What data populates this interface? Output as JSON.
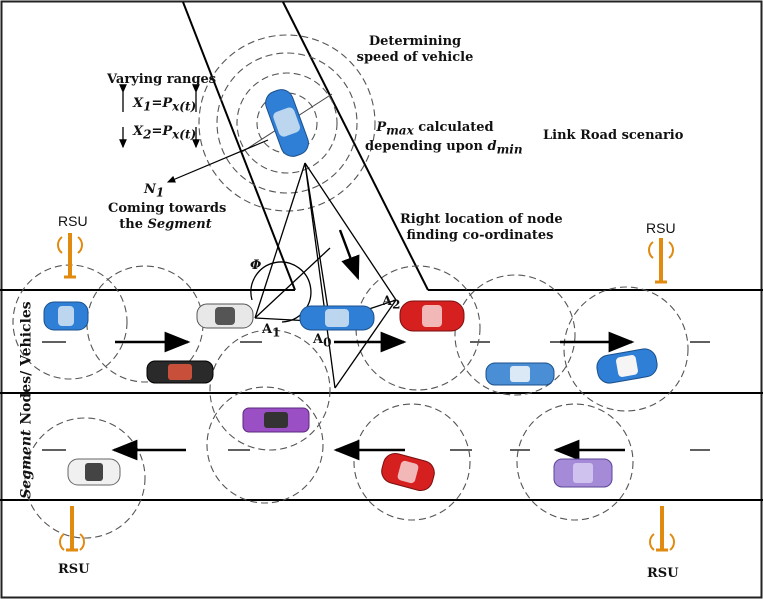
{
  "labels": {
    "determining_1": "Determining",
    "determining_2": "speed of vehicle",
    "varying_ranges": "Varying ranges",
    "x1_eq": "X",
    "x1_sub": "1",
    "x1_rhs": "=P",
    "x1_rhs_sub": "x(t)",
    "x2_eq": "X",
    "x2_sub": "2",
    "x2_rhs": "=P",
    "x2_rhs_sub": "x(t)",
    "pmax_p": "P",
    "pmax_sub": "max",
    "pmax_rest": " calculated",
    "depending": "depending upon ",
    "dmin_d": "d",
    "dmin_sub": "min",
    "link_road": "Link Road scenario",
    "n1": "N",
    "n1_sub": "1",
    "coming_1": "Coming towards",
    "coming_2a": "the ",
    "coming_2b": "Segment",
    "right_loc_1": "Right location of node",
    "right_loc_2": "finding co-ordinates",
    "phi": "Φ",
    "a1": "A",
    "a1_sub": "1",
    "a0": "A",
    "a0_sub": "0",
    "a2": "A",
    "a2_sub": "2",
    "rsu_tl": "RSU",
    "rsu_tr": "RSU",
    "rsu_bl": "RSU",
    "rsu_br": "RSU",
    "side_segment": "Segment",
    "side_rest": " Nodes/ Vehicles"
  },
  "colors": {
    "road_line": "#000000",
    "dashed": "#555555",
    "tower": "#e08a10",
    "car_blue": "#2f7fd6",
    "car_red": "#d62020",
    "car_purple": "#9b4fc4",
    "car_white": "#e8e8e8",
    "car_black": "#2a2a2a",
    "car_lavender": "#a58ad8"
  }
}
